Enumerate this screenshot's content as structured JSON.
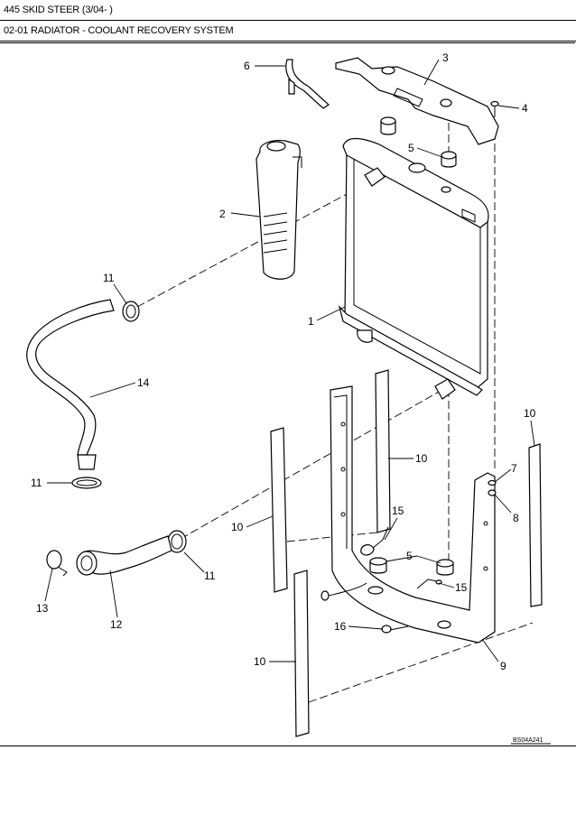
{
  "header": {
    "model": "445 SKID STEER (3/04- )",
    "section": "02-01 RADIATOR - COOLANT RECOVERY SYSTEM"
  },
  "diagram": {
    "callouts": {
      "p1": "1",
      "p2": "2",
      "p3": "3",
      "p4": "4",
      "p5a": "5",
      "p5b": "5",
      "p6": "6",
      "p7": "7",
      "p8": "8",
      "p9": "9",
      "p10a": "10",
      "p10b": "10",
      "p10c": "10",
      "p10d": "10",
      "p11a": "11",
      "p11b": "11",
      "p11c": "11",
      "p12": "12",
      "p13": "13",
      "p14": "14",
      "p15a": "15",
      "p15b": "15",
      "p16": "16"
    },
    "drawing_code": "BS04A241"
  }
}
